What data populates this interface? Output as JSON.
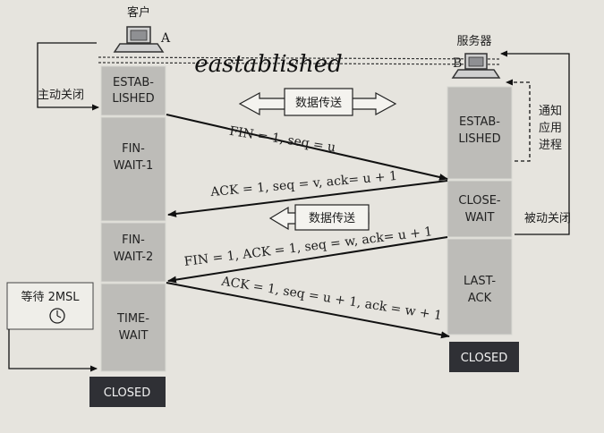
{
  "client": {
    "name": "客户",
    "tag": "A"
  },
  "server": {
    "name": "服务器",
    "tag": "B"
  },
  "handwriting": "eastablished",
  "client_states": [
    "ESTAB-|LISHED",
    "FIN-|WAIT-1",
    "FIN-|WAIT-2",
    "TIME-|WAIT"
  ],
  "client_closed": "CLOSED",
  "server_states": [
    "ESTAB-|LISHED",
    "CLOSE-|WAIT",
    "LAST-|ACK"
  ],
  "server_closed": "CLOSED",
  "left_notes": {
    "active_close": "主动关闭",
    "wait_2msl": "等待 2MSL"
  },
  "right_notes": {
    "notify_app": "通知|应用|进程",
    "passive_close": "被动关闭"
  },
  "data_transfer_1": "数据传送",
  "data_transfer_2": "数据传送",
  "messages": {
    "fin1": "FIN = 1, seq = u",
    "ack1": "ACK = 1, seq = v, ack= u + 1",
    "fin2": "FIN = 1, ACK = 1, seq = w, ack= u + 1",
    "ack2": "ACK = 1, seq = u + 1, ack = w + 1"
  },
  "colors": {
    "state_fill": "#bdbcb8",
    "closed_fill": "#2f3035",
    "page": "#e6e4de"
  }
}
